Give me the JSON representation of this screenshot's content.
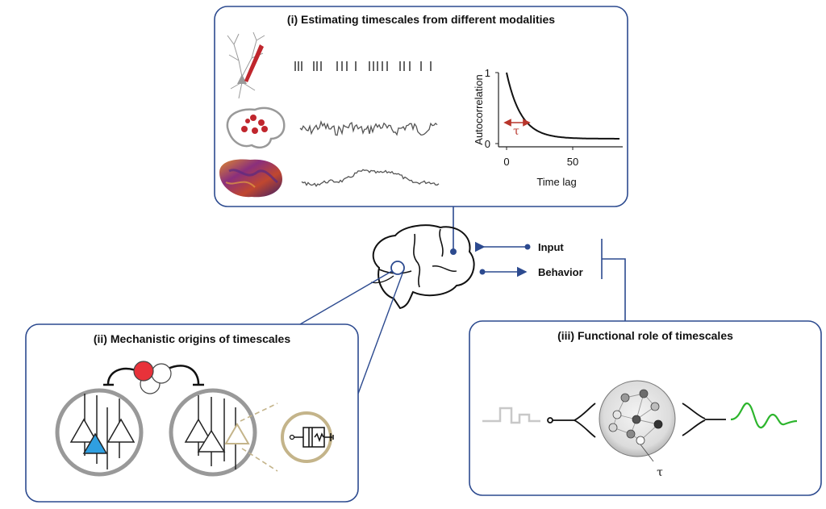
{
  "panels": {
    "estimating": {
      "title": "(i) Estimating timescales from different modalities",
      "plot": {
        "ylabel": "Autocorrelation",
        "xlabel": "Time lag",
        "y_ticks": [
          "1",
          "0"
        ],
        "x_ticks": [
          "0",
          "50"
        ],
        "tau_symbol": "τ"
      },
      "modalities": [
        "single-neuron-spikes",
        "ecog-electrodes",
        "fmri-cortex"
      ]
    },
    "mechanistic": {
      "title": "(ii) Mechanistic origins of timescales"
    },
    "functional": {
      "title": "(iii) Functional role of timescales",
      "tau_symbol": "τ"
    }
  },
  "center": {
    "input_label": "Input",
    "behavior_label": "Behavior"
  },
  "colors": {
    "panel_border": "#2c4a8f",
    "connector": "#2c4a8f",
    "spike_red": "#c0262d",
    "tau_red": "#b8352b",
    "blue_neuron": "#2f9fe0",
    "gold_neuron": "#c4b48a",
    "output_green": "#2db52d",
    "trace_gray": "#555555"
  }
}
